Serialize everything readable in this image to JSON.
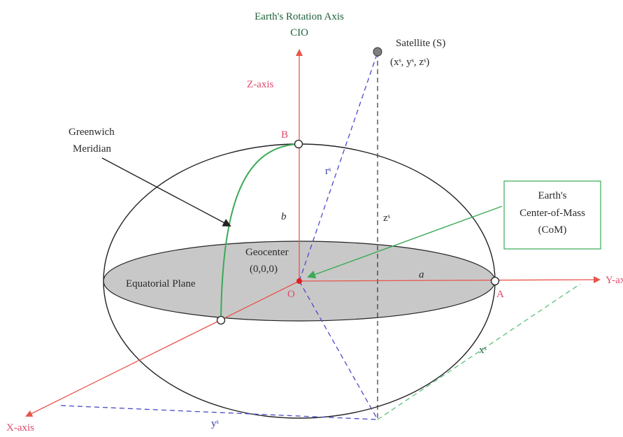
{
  "labels": {
    "rotation_axis_line1": "Earth's Rotation Axis",
    "rotation_axis_line2": "CIO",
    "satellite": "Satellite (S)",
    "satellite_coords": "(xˢ, yˢ, zˢ)",
    "z_axis": "Z-axis",
    "y_axis": "Y-axis",
    "x_axis": "X-axis",
    "greenwich_line1": "Greenwich",
    "greenwich_line2": "Meridian",
    "point_b": "B",
    "point_a": "A",
    "point_o": "O",
    "r_s": "rˢ",
    "z_s": "zˢ",
    "x_s": "xˢ",
    "y_s": "yˢ",
    "b": "b",
    "a": "a",
    "geocenter_line1": "Geocenter",
    "geocenter_line2": "(0,0,0)",
    "equatorial_plane": "Equatorial  Plane",
    "com_line1": "Earth's",
    "com_line2": "Center-of-Mass",
    "com_line3": "(CoM)"
  },
  "colors": {
    "axis_red": "#e8554a",
    "meridian_green": "#3aaa55",
    "dashed_blue": "#4a4ac8",
    "dashed_green": "#5ac07a",
    "plane_fill": "#c8c8c8",
    "origin_red": "#e02020",
    "satellite_gray": "#808080"
  }
}
